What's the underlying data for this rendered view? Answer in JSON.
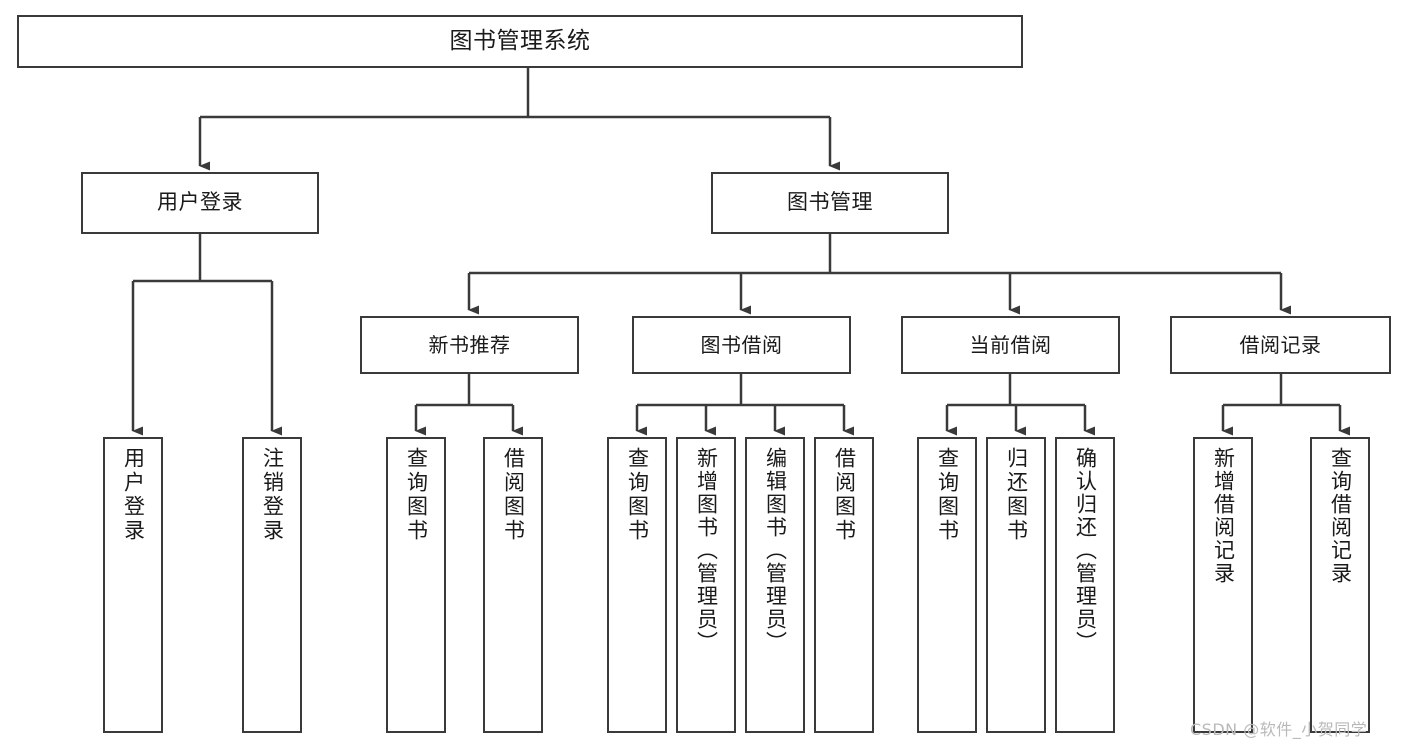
{
  "diagram": {
    "type": "tree-hierarchy",
    "title": "图书管理系统",
    "orientation": "top-down",
    "colors": {
      "stroke": "#3a3a3a",
      "fill": "#ffffff",
      "text": "#1a1a1a",
      "watermark": "#b9b9b9"
    },
    "root": {
      "label": "图书管理系统"
    },
    "level2": [
      {
        "label": "用户登录"
      },
      {
        "label": "图书管理"
      }
    ],
    "level3": [
      {
        "label": "新书推荐"
      },
      {
        "label": "图书借阅"
      },
      {
        "label": "当前借阅"
      },
      {
        "label": "借阅记录"
      }
    ],
    "leaves": [
      {
        "label": "用户登录",
        "parent": "用户登录"
      },
      {
        "label": "注销登录",
        "parent": "用户登录"
      },
      {
        "label": "查询图书",
        "parent": "新书推荐"
      },
      {
        "label": "借阅图书",
        "parent": "新书推荐"
      },
      {
        "label": "查询图书",
        "parent": "图书借阅"
      },
      {
        "label": "新增图书（管理员）",
        "parent": "图书借阅"
      },
      {
        "label": "编辑图书（管理员）",
        "parent": "图书借阅"
      },
      {
        "label": "借阅图书",
        "parent": "图书借阅"
      },
      {
        "label": "查询图书",
        "parent": "当前借阅"
      },
      {
        "label": "归还图书",
        "parent": "当前借阅"
      },
      {
        "label": "确认归还（管理员）",
        "parent": "当前借阅"
      },
      {
        "label": "新增借阅记录",
        "parent": "借阅记录"
      },
      {
        "label": "查询借阅记录",
        "parent": "借阅记录"
      }
    ]
  },
  "watermark": {
    "text": "CSDN @软件_小贺同学"
  }
}
